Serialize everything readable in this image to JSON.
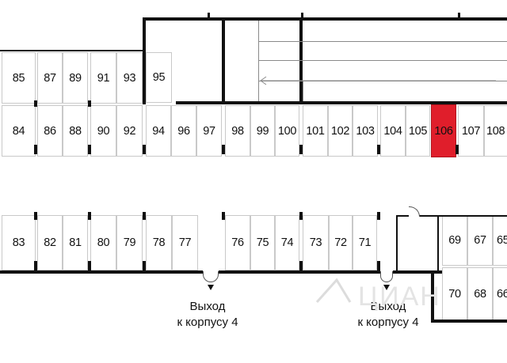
{
  "map": {
    "highlight_color": "#e01e2b",
    "highlighted_space": "106",
    "parking_spaces_top": [
      "85",
      "87",
      "89",
      "91",
      "93",
      "95",
      "84",
      "86",
      "88",
      "90",
      "92",
      "94",
      "96",
      "97",
      "98",
      "99",
      "100",
      "101",
      "102",
      "103",
      "104",
      "105",
      "106",
      "107",
      "108"
    ],
    "parking_spaces_bottom": [
      "83",
      "82",
      "81",
      "80",
      "79",
      "78",
      "77",
      "76",
      "75",
      "74",
      "73",
      "72",
      "71",
      "69",
      "67",
      "65",
      "70",
      "68",
      "66"
    ],
    "exits": [
      {
        "line1": "Выход",
        "line2": "к корпусу 4"
      },
      {
        "line1": "Выход",
        "line2": "к корпусу 4"
      }
    ],
    "watermark": "ЦИАН"
  }
}
